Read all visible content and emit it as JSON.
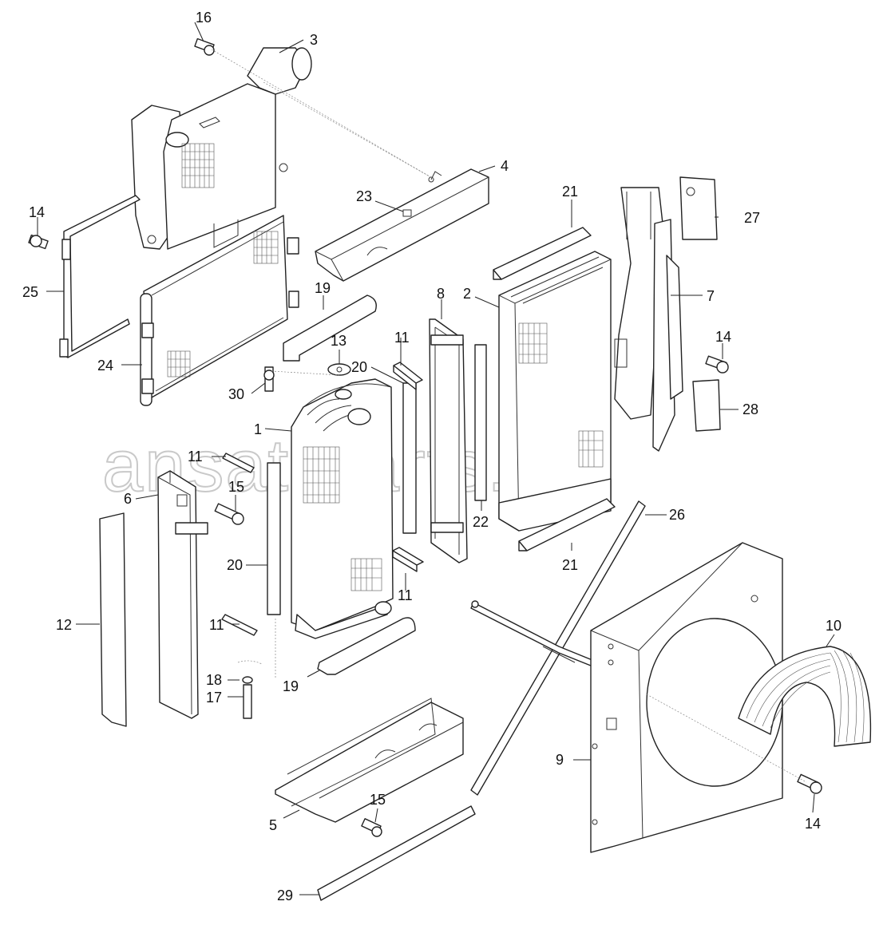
{
  "watermark": "ansat-parts.ru",
  "callouts": {
    "c16": "16",
    "c3": "3",
    "c4": "4",
    "c23": "23",
    "c21a": "21",
    "c27": "27",
    "c14a": "14",
    "c25": "25",
    "c24": "24",
    "c19a": "19",
    "c13": "13",
    "c30": "30",
    "c20a": "20",
    "c11a": "11",
    "c8": "8",
    "c2": "2",
    "c7": "7",
    "c14b": "14",
    "c28": "28",
    "c1": "1",
    "c11b": "11",
    "c15a": "15",
    "c6": "6",
    "c22": "22",
    "c26": "26",
    "c21b": "21",
    "c20b": "20",
    "c11c": "11",
    "c12": "12",
    "c11d": "11",
    "c10": "10",
    "c18": "18",
    "c17": "17",
    "c19b": "19",
    "c9": "9",
    "c15b": "15",
    "c5": "5",
    "c14c": "14",
    "c29": "29"
  }
}
